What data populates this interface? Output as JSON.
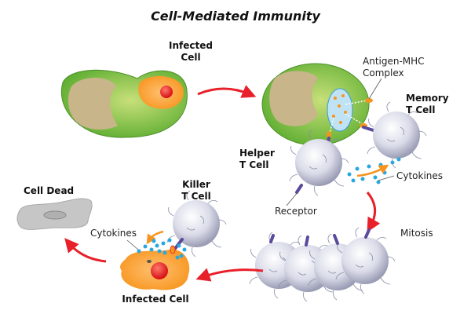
{
  "title": "Cell-Mediated Immunity",
  "labels": {
    "infected_cell_top": [
      "Infected",
      "Cell"
    ],
    "antigen_mhc": [
      "Antigen-MHC",
      "Complex"
    ],
    "memory_t_cell": [
      "Memory",
      "T Cell"
    ],
    "helper_t_cell": [
      "Helper",
      "T Cell"
    ],
    "cytokines_right": "Cytokines",
    "receptor": "Receptor",
    "mitosis": "Mitosis",
    "killer_t_cell": [
      "Killer",
      "T Cell"
    ],
    "cytokines_left": "Cytokines",
    "infected_cell_bottom": "Infected Cell",
    "cell_dead": "Cell Dead"
  },
  "colors": {
    "green": "#7cc242",
    "orange": "#f7941d",
    "red": "#e8202a",
    "tcell": "#d9dbe8",
    "cytokine": "#29a8e0",
    "receptor": "#5b4a9b"
  }
}
